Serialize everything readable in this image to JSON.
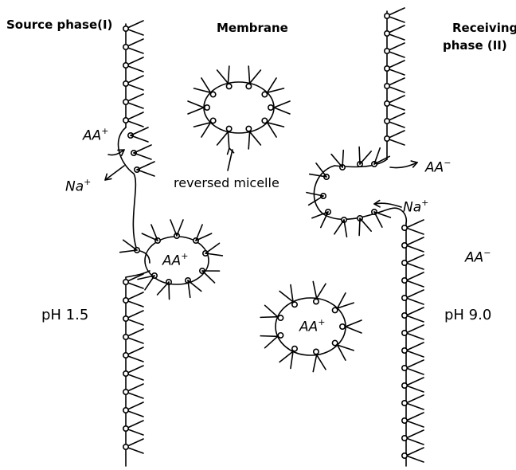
{
  "labels": {
    "source_phase": "Source phase(I)",
    "membrane": "Membrane",
    "receiving_line1": "Receiving",
    "receiving_line2": "phase (II)",
    "reversed_micelle": "reversed micelle",
    "ph_source": "pH 1.5",
    "ph_receiving": "pH 9.0"
  },
  "ions": {
    "amino_cation": {
      "base": "AA",
      "charge": "+"
    },
    "amino_anion": {
      "base": "AA",
      "charge": "−"
    },
    "sodium": {
      "base": "Na",
      "charge": "+"
    }
  }
}
